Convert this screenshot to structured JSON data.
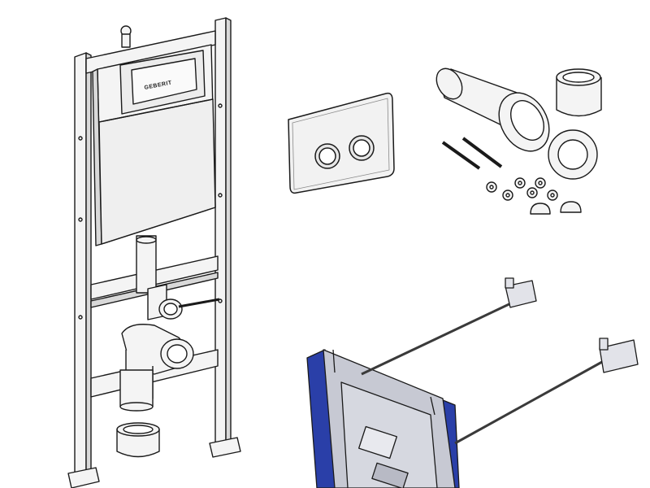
{
  "frame": {
    "brand_logo": "GEBERIT"
  },
  "colors": {
    "line": "#1a1a1a",
    "fill_light": "#f4f4f4",
    "fill_mid": "#d9d9d9",
    "fill_dark": "#8a8a8a",
    "bracket_blue": "#2a3fa8",
    "bracket_grey": "#c7c9d3"
  },
  "icons": [
    "frame-illustration",
    "flush-plate-illustration",
    "connector-kit-illustration",
    "wall-bracket-illustration"
  ]
}
